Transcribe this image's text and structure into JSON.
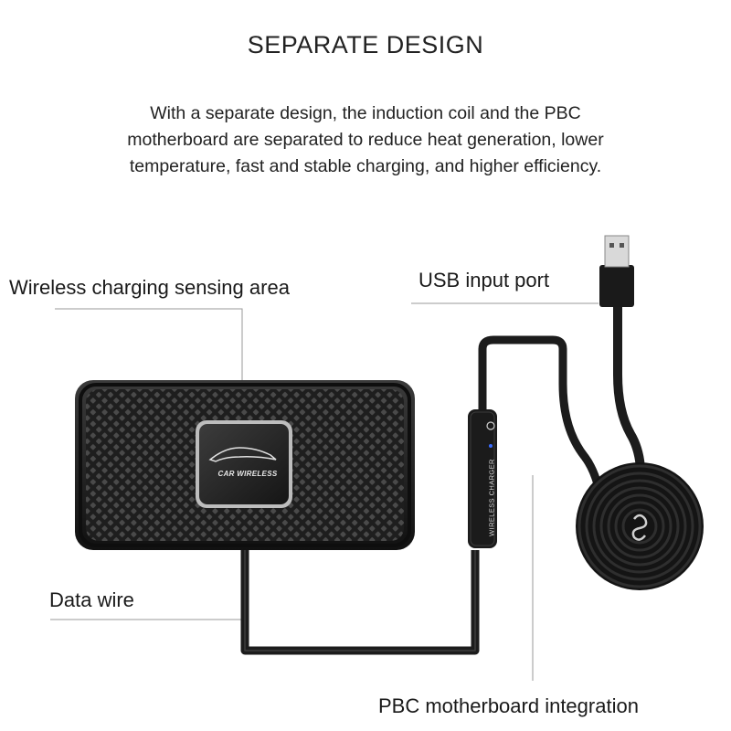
{
  "heading": {
    "title": "SEPARATE DESIGN",
    "description_lines": [
      "With a separate design, the induction coil and the PBC",
      "motherboard are separated to reduce heat generation, lower",
      "temperature, fast and stable charging, and higher efficiency."
    ]
  },
  "callouts": {
    "sensing_area": "Wireless charging sensing area",
    "usb_port": "USB input port",
    "data_wire": "Data wire",
    "pbc_integration": "PBC motherboard integration"
  },
  "product": {
    "pad_label": "CAR WIRELESS",
    "module_label": "WIRELESS CHARGER",
    "colors": {
      "pad_body": "#2a2a2a",
      "cable": "#1c1c1c",
      "led": "#3a6cff",
      "leader_line": "#9a9a9a"
    }
  }
}
